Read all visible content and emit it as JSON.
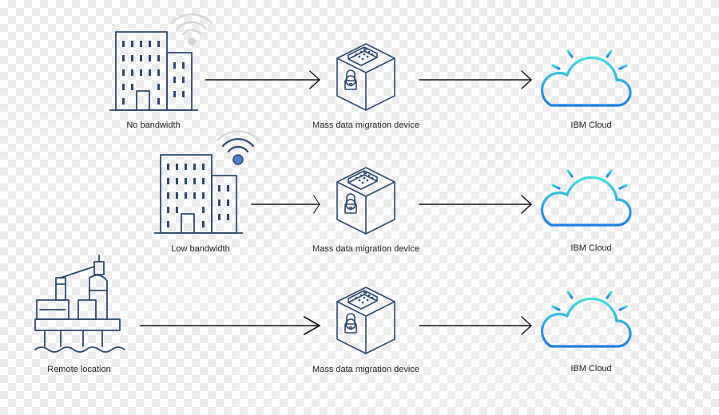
{
  "colors": {
    "line": "#2c4a6e",
    "accent": "#4a7fd4",
    "arrow": "#111111",
    "cloud_top": "#3ee0e0",
    "cloud_bottom": "#1f7fe0"
  },
  "rows": [
    {
      "source_label": "No bandwidth",
      "source_icon": "office-building-icon",
      "device_label": "Mass data migration device",
      "cloud_label": "IBM Cloud"
    },
    {
      "source_label": "Low bandwidth",
      "source_icon": "office-building-wifi-icon",
      "device_label": "Mass data migration device",
      "cloud_label": "IBM Cloud"
    },
    {
      "source_label": "Remote location",
      "source_icon": "oil-rig-icon",
      "device_label": "Mass data migration device",
      "cloud_label": "IBM Cloud"
    }
  ]
}
